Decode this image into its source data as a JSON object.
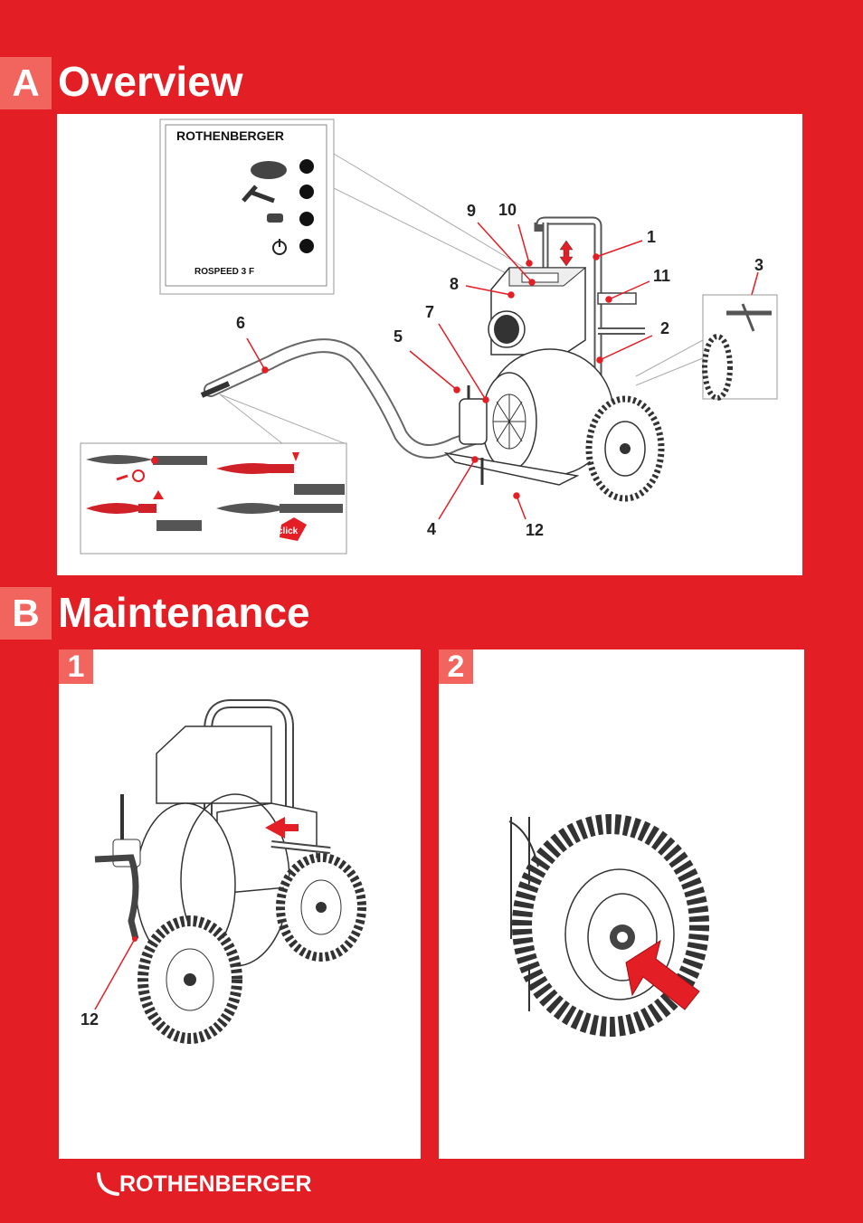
{
  "sectionA": {
    "letter": "A",
    "title": "Overview"
  },
  "sectionB": {
    "letter": "B",
    "title": "Maintenance"
  },
  "label_box": {
    "brand": "ROTHENBERGER",
    "model": "ROSPEED 3 F",
    "icons": [
      "spiral-icon",
      "hammer-icon",
      "gripper-icon",
      "power-icon"
    ]
  },
  "callouts": [
    "1",
    "2",
    "3",
    "4",
    "5",
    "6",
    "7",
    "8",
    "9",
    "10",
    "11",
    "12"
  ],
  "cable_insert": {
    "click_label": "click"
  },
  "steps": [
    "1",
    "2"
  ],
  "maintenance_callout": "12",
  "footer": {
    "brand": "ROTHENBERGER"
  },
  "colors": {
    "brand_red": "#e31e24",
    "accent_light": "#f2655f"
  }
}
